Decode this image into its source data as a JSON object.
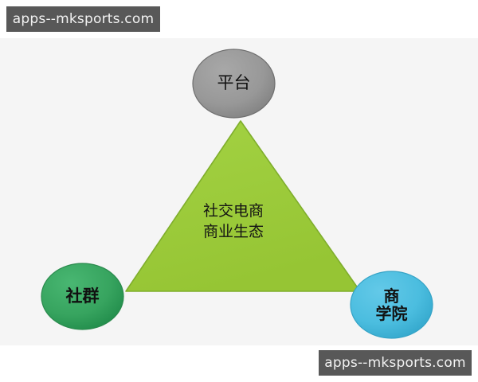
{
  "page": {
    "background_color": "#ffffff",
    "panel_color": "#f5f5f5"
  },
  "watermarks": {
    "top_left": {
      "text": "apps--mksports.com",
      "background_color": "#585858",
      "text_color": "#f2f2f2"
    },
    "bottom_right": {
      "text": "apps--mksports.com",
      "background_color": "#585858",
      "text_color": "#f2f2f2"
    }
  },
  "diagram": {
    "type": "triangle-ecosystem",
    "center_shape": {
      "name": "triangle",
      "fill_color": "#9bc93a",
      "stroke_color": "#7ba52c",
      "label_lines": [
        "社交电商",
        "商业生态"
      ]
    },
    "nodes": [
      {
        "id": "platform",
        "label_lines": [
          "平台"
        ],
        "position": "top",
        "fill_color": "#949494",
        "stroke_color": "#6f6f6f"
      },
      {
        "id": "community",
        "label_lines": [
          "社群"
        ],
        "position": "bottom-left",
        "fill_color": "#3aa862",
        "stroke_color": "#2a8a4d"
      },
      {
        "id": "academy",
        "label_lines": [
          "商",
          "学院"
        ],
        "position": "bottom-right",
        "fill_color": "#4bbddf",
        "stroke_color": "#35a3c6"
      }
    ]
  }
}
